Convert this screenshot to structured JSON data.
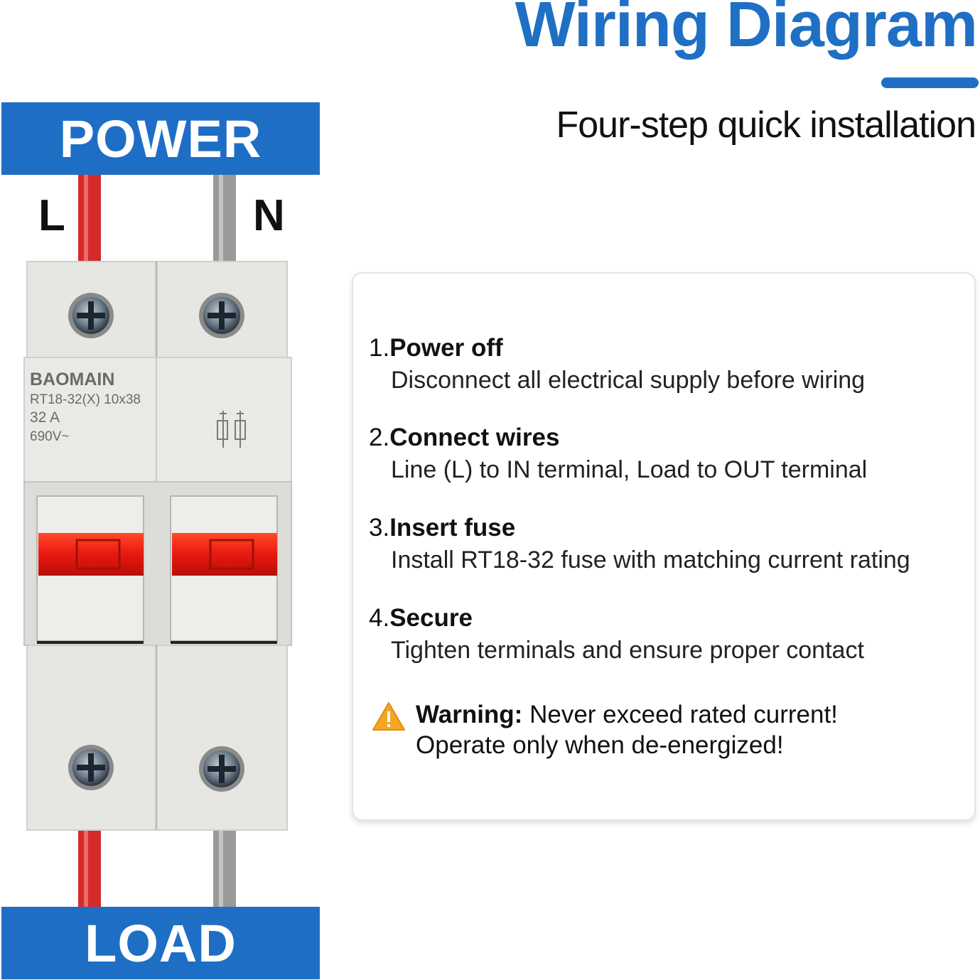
{
  "header": {
    "title": "Wiring Diagram",
    "subtitle": "Four-step quick installation"
  },
  "diagram": {
    "power_label": "POWER",
    "load_label": "LOAD",
    "line_label": "L",
    "neutral_label": "N",
    "device": {
      "brand": "BAOMAIN",
      "model": "RT18-32(X) 10x38",
      "current": "32 A",
      "voltage": "690V~"
    },
    "colors": {
      "accent": "#1e6ec6",
      "line_wire": "#d42a2a",
      "neutral_wire": "#9a9a9a",
      "indicator": "#e8190f"
    }
  },
  "steps": [
    {
      "number": "1.",
      "title": "Power off",
      "description": "Disconnect all electrical supply before wiring"
    },
    {
      "number": "2.",
      "title": "Connect wires",
      "description": "Line (L) to IN terminal, Load to OUT terminal"
    },
    {
      "number": "3.",
      "title": "Insert fuse",
      "description": "Install RT18-32 fuse with matching current rating"
    },
    {
      "number": "4.",
      "title": "Secure",
      "description": "Tighten terminals and ensure proper contact"
    }
  ],
  "warning": {
    "icon": "warning-triangle-icon",
    "label": "Warning:",
    "line1": "Never exceed rated current!",
    "line2": "Operate only when de-energized!"
  }
}
